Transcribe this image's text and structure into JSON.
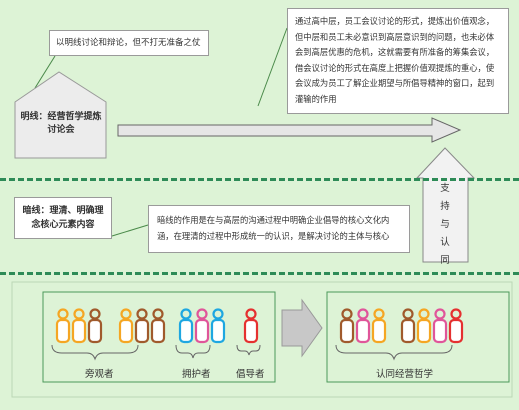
{
  "callout_top_left": "以明线讨论和辩论，但不打无准备之仗",
  "callout_top_right": "通过高中层，员工会议讨论的形式，提炼出价值观念，但中层和员工未必意识到高层意识到的问题，也未必体会到高层优惠的危机，这就需要有所准备的筹集会议，借会议讨论的形式在高度上把握价值观提炼的重心，使会议成为员工了解企业期望与所倡导精神的窗口，起到灌输的作用",
  "house_label": "明线：经营哲学提炼讨论会",
  "dark_label": "暗线：理清、明确理念核心元素内容",
  "dark_desc": "暗线的作用是在与高层的沟通过程中明确企业倡导的核心文化内涵，在理清的过程中形成统一的认识，是解决讨论的主体与核心",
  "support_arrow_label": "支持与认同",
  "groups": {
    "bystanders": "旁观者",
    "supporters": "拥护者",
    "advocates": "倡导者",
    "identify": "认同经营哲学"
  },
  "colors": {
    "orange": "#f5a623",
    "brown": "#a05a2c",
    "blue": "#1ea7e1",
    "pink": "#e0559a",
    "red": "#e53030",
    "green_line": "#2e8b57"
  }
}
